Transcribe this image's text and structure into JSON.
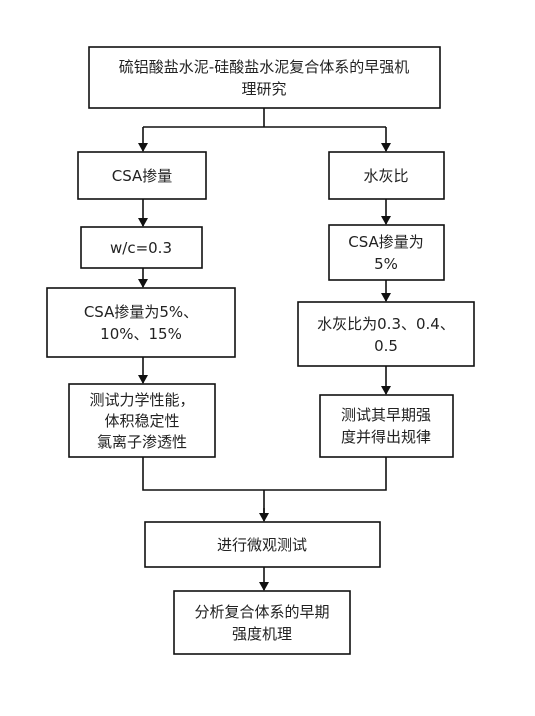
{
  "flowchart": {
    "nodes": [
      {
        "id": "title",
        "lines": [
          "硫铝酸盐水泥-硅酸盐水泥复合体系的早强机",
          "理研究"
        ]
      },
      {
        "id": "csa-dosage",
        "lines": [
          "CSA掺量"
        ]
      },
      {
        "id": "water-cement-ratio",
        "lines": [
          "水灰比"
        ]
      },
      {
        "id": "wc-fixed",
        "lines": [
          "w/c=0.3"
        ]
      },
      {
        "id": "csa-fixed",
        "lines": [
          "CSA掺量为",
          "5%"
        ]
      },
      {
        "id": "csa-levels",
        "lines": [
          "CSA掺量为5%、",
          "10%、15%"
        ]
      },
      {
        "id": "wc-levels",
        "lines": [
          "水灰比为0.3、0.4、",
          "0.5"
        ]
      },
      {
        "id": "tests-mechanical",
        "lines": [
          "测试力学性能，",
          "体积稳定性",
          "氯离子渗透性"
        ]
      },
      {
        "id": "tests-early-strength",
        "lines": [
          "测试其早期强",
          "度并得出规律"
        ]
      },
      {
        "id": "microscopic-test",
        "lines": [
          "进行微观测试"
        ]
      },
      {
        "id": "analysis",
        "lines": [
          "分析复合体系的早期",
          "强度机理"
        ]
      }
    ]
  }
}
